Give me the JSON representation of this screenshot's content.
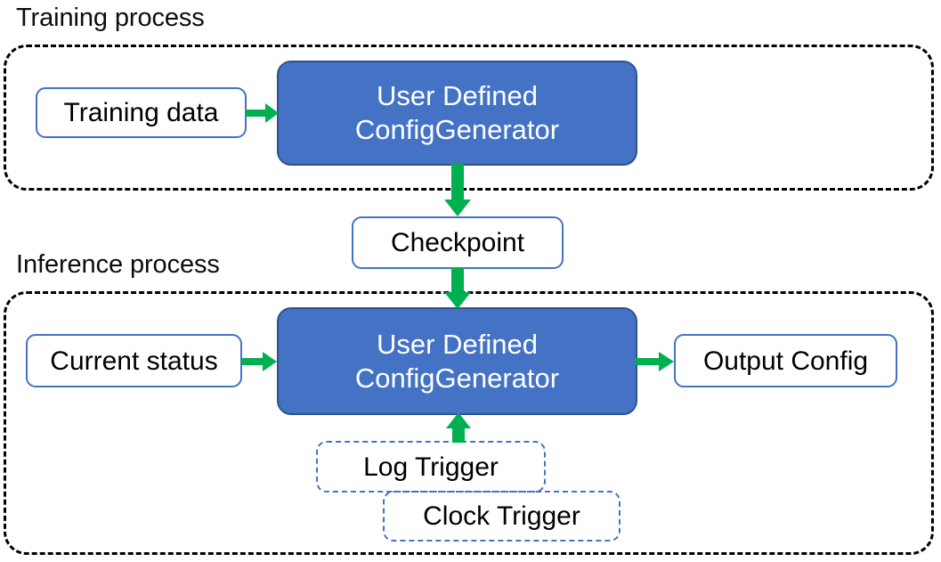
{
  "diagram": {
    "title_training": "Training process",
    "title_inference": "Inference process",
    "accent_colors": {
      "node_fill": "#4472C4",
      "node_border": "#2F528F",
      "box_border": "#4472C4",
      "arrow": "#00B050",
      "container_border": "#000000",
      "text_dark": "#000000",
      "text_light": "#FFFFFF"
    }
  },
  "training": {
    "caption": "Training process",
    "input_box": "Training data",
    "main_node_line1": "User Defined",
    "main_node_line2": "ConfigGenerator"
  },
  "checkpoint": {
    "label": "Checkpoint"
  },
  "inference": {
    "caption": "Inference process",
    "input_box": "Current status",
    "main_node_line1": "User Defined",
    "main_node_line2": "ConfigGenerator",
    "output_box": "Output Config",
    "triggers": [
      {
        "label": "Log Trigger"
      },
      {
        "label": "Clock Trigger"
      }
    ]
  },
  "arrows": [
    {
      "name": "training-data-to-node",
      "from": "Training data",
      "to": "User Defined ConfigGenerator",
      "direction": "right"
    },
    {
      "name": "training-node-to-checkpoint",
      "from": "User Defined ConfigGenerator",
      "to": "Checkpoint",
      "direction": "down"
    },
    {
      "name": "checkpoint-to-inference-node",
      "from": "Checkpoint",
      "to": "User Defined ConfigGenerator",
      "direction": "down"
    },
    {
      "name": "current-status-to-node",
      "from": "Current status",
      "to": "User Defined ConfigGenerator",
      "direction": "right"
    },
    {
      "name": "node-to-output-config",
      "from": "User Defined ConfigGenerator",
      "to": "Output Config",
      "direction": "right"
    },
    {
      "name": "log-trigger-to-node",
      "from": "Log Trigger",
      "to": "User Defined ConfigGenerator",
      "direction": "up"
    }
  ]
}
